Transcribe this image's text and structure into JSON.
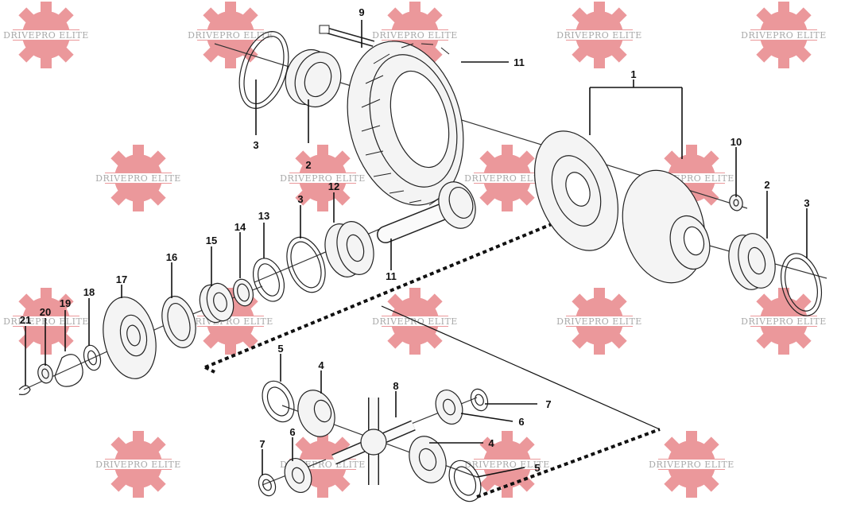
{
  "watermark": {
    "text": "DRIVEPRO ELITE",
    "color": "#e8868a"
  },
  "callouts": {
    "c1": "1",
    "c2a": "2",
    "c2b": "2",
    "c3a": "3",
    "c3b": "3",
    "c3c": "3",
    "c4a": "4",
    "c4b": "4",
    "c5a": "5",
    "c5b": "5",
    "c6a": "6",
    "c6b": "6",
    "c7a": "7",
    "c7b": "7",
    "c8": "8",
    "c9": "9",
    "c10": "10",
    "c11a": "11",
    "c11b": "11",
    "c12": "12",
    "c13": "13",
    "c14": "14",
    "c15": "15",
    "c16": "16",
    "c17": "17",
    "c18": "18",
    "c19": "19",
    "c20": "20",
    "c21": "21"
  }
}
